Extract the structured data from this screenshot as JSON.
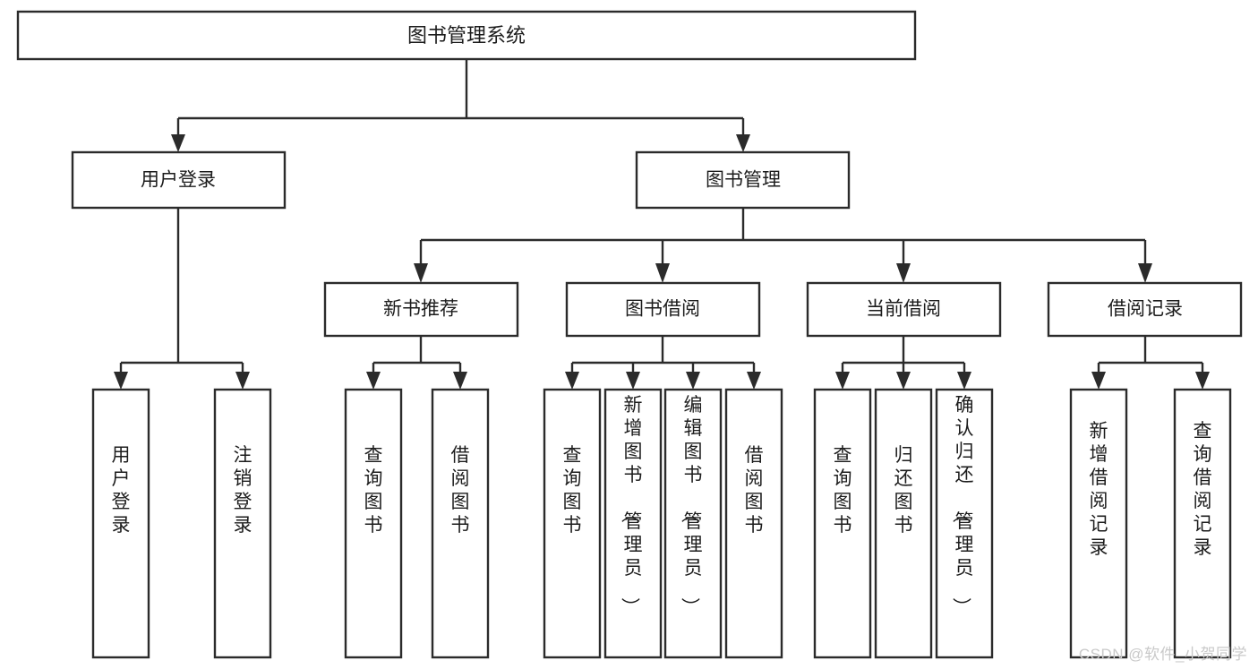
{
  "diagram": {
    "type": "tree-hierarchy-chart",
    "title": "图书管理系统",
    "watermark": "CSDN @软件_小贺同学",
    "colors": {
      "stroke": "#2b2b2b",
      "fill": "#ffffff",
      "text": "#1c1c1c",
      "watermark": "#c9c9c9"
    },
    "levels": {
      "level0": [
        {
          "id": "root",
          "label": "图书管理系统"
        }
      ],
      "level1": [
        {
          "id": "user-login",
          "label": "用户登录"
        },
        {
          "id": "book-management",
          "label": "图书管理"
        }
      ],
      "level2": [
        {
          "id": "new-book-recommend",
          "label": "新书推荐"
        },
        {
          "id": "book-borrow",
          "label": "图书借阅"
        },
        {
          "id": "current-borrow",
          "label": "当前借阅"
        },
        {
          "id": "borrow-record",
          "label": "借阅记录"
        }
      ],
      "level3": [
        {
          "id": "leaf-user-login",
          "label": "用户登录",
          "parent": "user-login"
        },
        {
          "id": "leaf-logout-login",
          "label": "注销登录",
          "parent": "user-login"
        },
        {
          "id": "leaf-query-book-1",
          "label": "查询图书",
          "parent": "new-book-recommend"
        },
        {
          "id": "leaf-borrow-book-1",
          "label": "借阅图书",
          "parent": "new-book-recommend"
        },
        {
          "id": "leaf-query-book-2",
          "label": "查询图书",
          "parent": "book-borrow"
        },
        {
          "id": "leaf-add-book",
          "label": "新增图书（管理员）",
          "parent": "book-borrow"
        },
        {
          "id": "leaf-edit-book",
          "label": "编辑图书（管理员）",
          "parent": "book-borrow"
        },
        {
          "id": "leaf-borrow-book-2",
          "label": "借阅图书",
          "parent": "book-borrow"
        },
        {
          "id": "leaf-query-book-3",
          "label": "查询图书",
          "parent": "current-borrow"
        },
        {
          "id": "leaf-return-book",
          "label": "归还图书",
          "parent": "current-borrow"
        },
        {
          "id": "leaf-confirm-return",
          "label": "确认归还（管理员）",
          "parent": "current-borrow"
        },
        {
          "id": "leaf-add-borrow-record",
          "label": "新增借阅记录",
          "parent": "borrow-record"
        },
        {
          "id": "leaf-query-borrow-record",
          "label": "查询借阅记录",
          "parent": "borrow-record"
        }
      ]
    }
  }
}
